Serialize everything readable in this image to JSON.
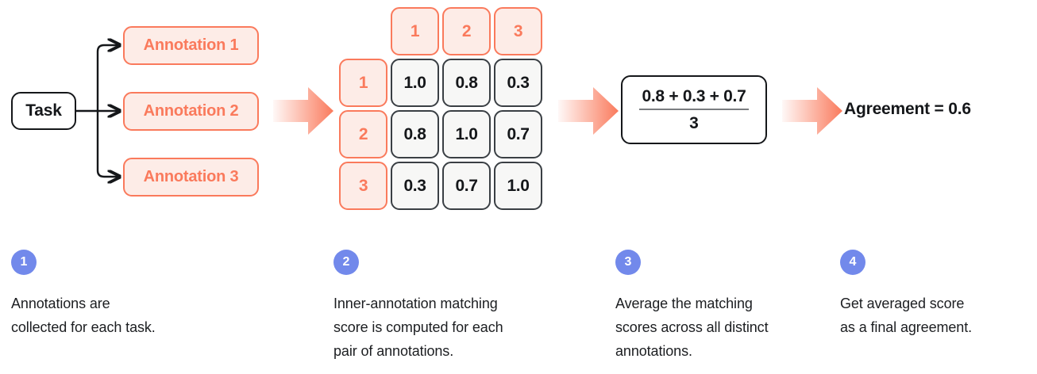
{
  "colors": {
    "coral": "#FA7A5C",
    "coral_fill": "#FDECE7",
    "ink": "#15171A",
    "cell_fill": "#F7F7F6",
    "badge_blue": "#7289EB"
  },
  "flow": {
    "task": {
      "label": "Task"
    },
    "annotations": [
      {
        "label": "Annotation 1"
      },
      {
        "label": "Annotation 2"
      },
      {
        "label": "Annotation 3"
      }
    ],
    "arrows": [
      {
        "name": "arrow-task-to-matrix"
      },
      {
        "name": "arrow-matrix-to-formula"
      },
      {
        "name": "arrow-formula-to-result"
      }
    ]
  },
  "matrix": {
    "col_headers": [
      "1",
      "2",
      "3"
    ],
    "row_headers": [
      "1",
      "2",
      "3"
    ],
    "values": [
      [
        "1.0",
        "0.8",
        "0.3"
      ],
      [
        "0.8",
        "1.0",
        "0.7"
      ],
      [
        "0.3",
        "0.7",
        "1.0"
      ]
    ]
  },
  "formula": {
    "numerator": "0.8 + 0.3 + 0.7",
    "denominator": "3"
  },
  "result": {
    "text": "Agreement = 0.6"
  },
  "steps": [
    {
      "badge": "1",
      "text": "Annotations are\ncollected for each task."
    },
    {
      "badge": "2",
      "text": "Inner-annotation matching\nscore is computed for each\npair of annotations."
    },
    {
      "badge": "3",
      "text": "Average the matching\nscores across all distinct\nannotations."
    },
    {
      "badge": "4",
      "text": "Get averaged score\nas a final agreement."
    }
  ]
}
